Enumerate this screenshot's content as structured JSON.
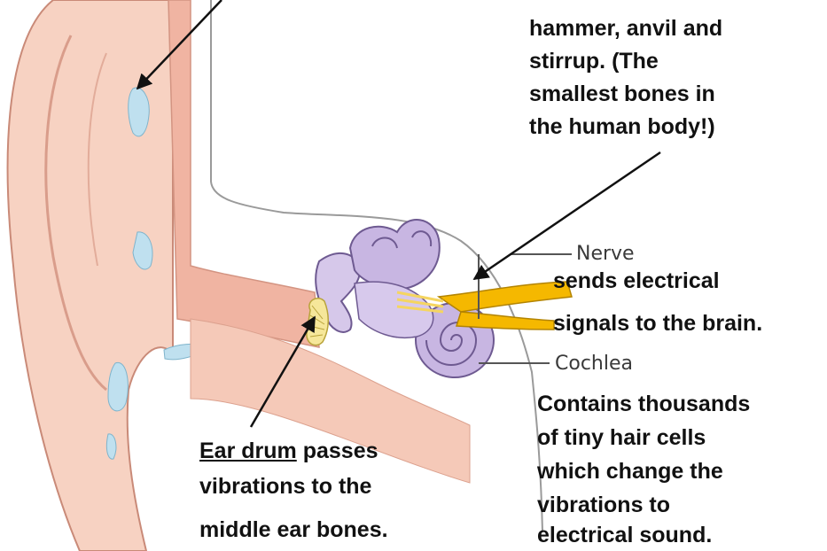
{
  "ossicles_note": {
    "lines": [
      "hammer, anvil and",
      "stirrup. (The",
      "smallest bones in",
      "the human body!)"
    ]
  },
  "nerve": {
    "part_label": "Nerve",
    "lines": [
      "sends electrical",
      "signals to the brain."
    ]
  },
  "cochlea": {
    "part_label": "Cochlea",
    "lines": [
      "Contains thousands",
      "of tiny hair cells",
      "which change the",
      "vibrations to",
      "electrical sound."
    ]
  },
  "ear_drum": {
    "term": "Ear drum",
    "rest_line1": " passes",
    "lines": [
      "vibrations to the",
      "middle ear bones."
    ]
  },
  "colors": {
    "skin": "#f7d2c2",
    "skin_dark": "#e9a592",
    "canal": "#f0b4a2",
    "cartilage": "#bfe0ef",
    "inner_ear": "#c8b6e2",
    "nerve": "#f5b800",
    "eardrum": "#f6e79a",
    "arrow": "#111111"
  }
}
